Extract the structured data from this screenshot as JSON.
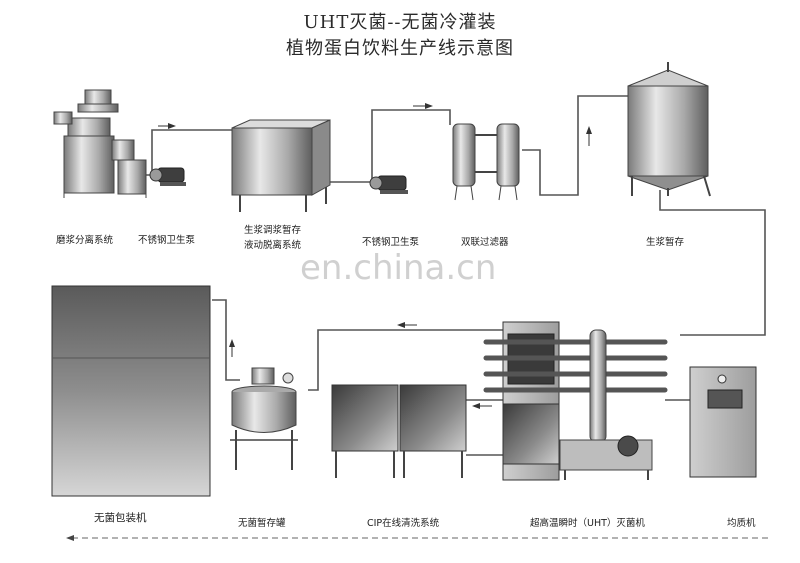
{
  "title": {
    "line1": "UHT灭菌--无菌冷灌装",
    "line2": "植物蛋白饮料生产线示意图"
  },
  "labels": {
    "grinder": "磨浆分离系统",
    "pump1": "不锈钢卫生泵",
    "mix_tank_l1": "生浆调浆暂存",
    "mix_tank_l2": "液动脱离系统",
    "pump2": "不锈钢卫生泵",
    "filter": "双联过滤器",
    "raw_storage": "生浆暂存",
    "aseptic_pack": "无菌包装机",
    "aseptic_tank": "无菌暂存罐",
    "cip": "CIP在线清洗系统",
    "uht": "超高温瞬时（UHT）灭菌机",
    "homogenizer": "均质机"
  },
  "watermark": "en.china.cn",
  "icons": [
    "flow-arrow-right-icon",
    "flow-arrow-up-icon",
    "flow-arrow-left-icon"
  ]
}
